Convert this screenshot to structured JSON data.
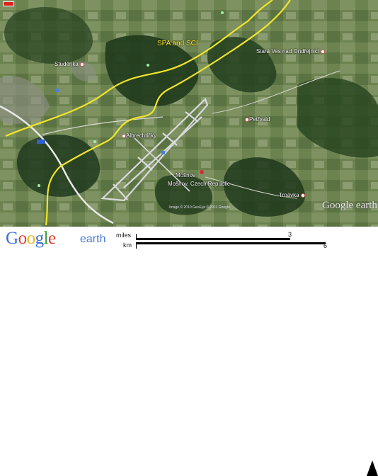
{
  "map": {
    "boundary_label": "SPA and SCI",
    "places": [
      {
        "name": "Studénka",
        "kind": "town"
      },
      {
        "name": "Stará Ves nad Ondřejnicí",
        "kind": "town"
      },
      {
        "name": "Petřvald",
        "kind": "town"
      },
      {
        "name": "Albrechtičky",
        "kind": "town"
      },
      {
        "name": "Mošnov",
        "kind": "town"
      },
      {
        "name": "Mošnov, Czech Republic",
        "kind": "search-result"
      },
      {
        "name": "Trnávka",
        "kind": "town"
      }
    ],
    "copyright": "Image © 2010 GeoEye © 2011 Google",
    "watermark": "Google earth"
  },
  "footer": {
    "logo_letters": [
      "G",
      "o",
      "o",
      "g",
      "l",
      "e"
    ],
    "logo_suffix": "earth",
    "scale": {
      "miles_label": "miles",
      "miles_value": "3",
      "km_label": "km",
      "km_value": "6"
    }
  },
  "colors": {
    "boundary": "#f2e52a",
    "road": "#e8e8e8",
    "runway": "#d8dadc",
    "forest": "#1f3a1c",
    "field": "#6f8550"
  }
}
